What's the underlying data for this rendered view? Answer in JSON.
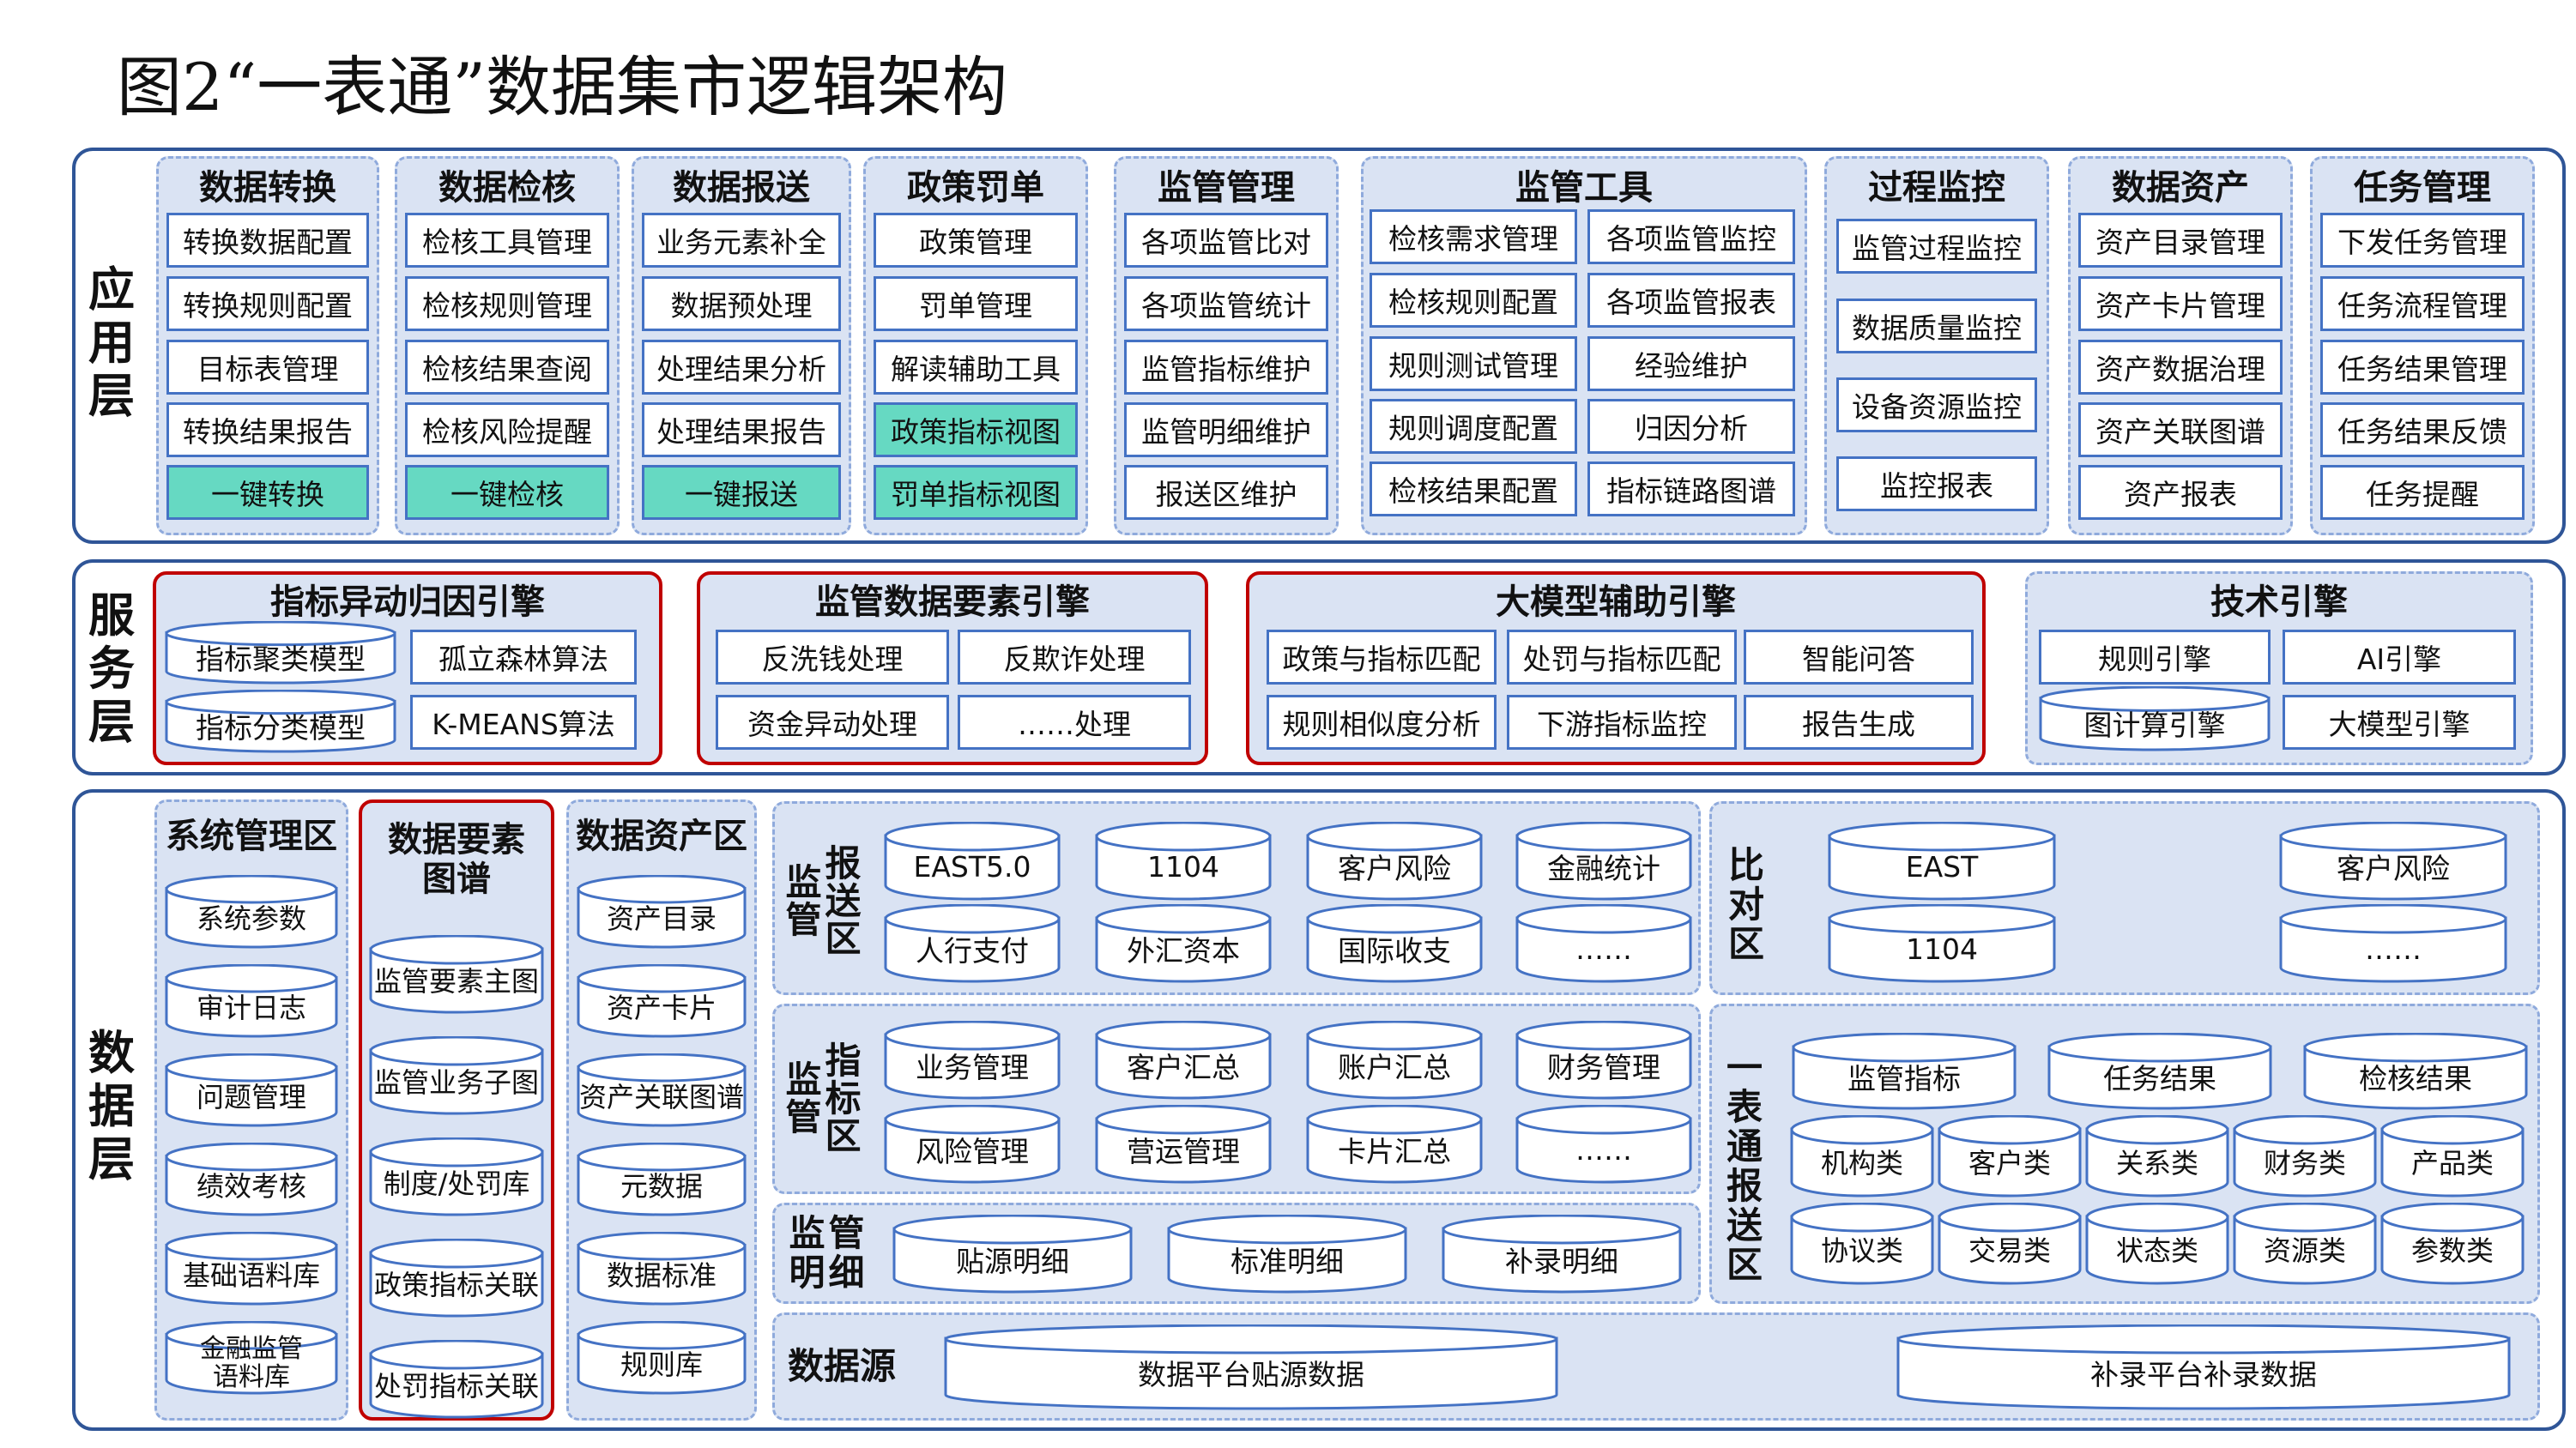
{
  "title": "图2“一表通”数据集市逻辑架构",
  "layers": {
    "app": {
      "label": [
        "应",
        "用",
        "层"
      ]
    },
    "service": {
      "label": [
        "服",
        "务",
        "层"
      ]
    },
    "data": {
      "label": [
        "数",
        "据",
        "层"
      ]
    }
  },
  "app_groups": [
    {
      "title": "数据转换",
      "items": [
        "转换数据配置",
        "转换规则配置",
        "目标表管理",
        "转换结果报告",
        "一键转换"
      ]
    },
    {
      "title": "数据检核",
      "items": [
        "检核工具管理",
        "检核规则管理",
        "检核结果查阅",
        "检核风险提醒",
        "一键检核"
      ]
    },
    {
      "title": "数据报送",
      "items": [
        "业务元素补全",
        "数据预处理",
        "处理结果分析",
        "处理结果报告",
        "一键报送"
      ]
    },
    {
      "title": "政策罚单",
      "items": [
        "政策管理",
        "罚单管理",
        "解读辅助工具",
        "政策指标视图",
        "罚单指标视图"
      ]
    },
    {
      "title": "监管管理",
      "items": [
        "各项监管比对",
        "各项监管统计",
        "监管指标维护",
        "监管明细维护",
        "报送区维护"
      ]
    },
    {
      "title": "监管工具",
      "items": [
        "检核需求管理",
        "各项监管监控",
        "检核规则配置",
        "各项监管报表",
        "规则测试管理",
        "经验维护",
        "规则调度配置",
        "归因分析",
        "检核结果配置",
        "指标链路图谱"
      ]
    },
    {
      "title": "过程监控",
      "items": [
        "监管过程监控",
        "数据质量监控",
        "设备资源监控",
        "监控报表"
      ]
    },
    {
      "title": "数据资产",
      "items": [
        "资产目录管理",
        "资产卡片管理",
        "资产数据治理",
        "资产关联图谱",
        "资产报表"
      ]
    },
    {
      "title": "任务管理",
      "items": [
        "下发任务管理",
        "任务流程管理",
        "任务结果管理",
        "任务结果反馈",
        "任务提醒"
      ]
    }
  ],
  "service_groups": [
    {
      "title": "指标异动归因引擎",
      "items": [
        "指标聚类模型",
        "孤立森林算法",
        "指标分类模型",
        "K-MEANS算法"
      ]
    },
    {
      "title": "监管数据要素引擎",
      "items": [
        "反洗钱处理",
        "反欺诈处理",
        "资金异动处理",
        "……处理"
      ]
    },
    {
      "title": "大模型辅助引擎",
      "items": [
        "政策与指标匹配",
        "处罚与指标匹配",
        "智能问答",
        "规则相似度分析",
        "下游指标监控",
        "报告生成"
      ]
    },
    {
      "title": "技术引擎",
      "items": [
        "规则引擎",
        "AI引擎",
        "图计算引擎",
        "大模型引擎"
      ]
    }
  ],
  "data_left": [
    {
      "title": "系统管理区",
      "items": [
        "系统参数",
        "审计日志",
        "问题管理",
        "绩效考核",
        "基础语料库",
        "金融监管\n语料库"
      ]
    },
    {
      "title": "数据要素\n图谱",
      "items": [
        "监管要素主图",
        "监管业务子图",
        "制度/处罚库",
        "政策指标关联",
        "处罚指标关联"
      ]
    },
    {
      "title": "数据资产区",
      "items": [
        "资产目录",
        "资产卡片",
        "资产关联图谱",
        "元数据",
        "数据标准",
        "规则库"
      ]
    }
  ],
  "report_zone": {
    "label": [
      "监管",
      "报送区"
    ],
    "items": [
      "EAST5.0",
      "1104",
      "客户风险",
      "金融统计",
      "人行支付",
      "外汇资本",
      "国际收支",
      "……"
    ]
  },
  "indicator_zone": {
    "label": [
      "监管",
      "指标区"
    ],
    "items": [
      "业务管理",
      "客户汇总",
      "账户汇总",
      "财务管理",
      "风险管理",
      "营运管理",
      "卡片汇总",
      "……"
    ]
  },
  "detail_zone": {
    "label": [
      "监明",
      "管细"
    ],
    "items": [
      "贴源明细",
      "标准明细",
      "补录明细"
    ]
  },
  "source_zone": {
    "label": "数据源",
    "items": [
      "数据平台贴源数据",
      "补录平台补录数据"
    ]
  },
  "compare_zone": {
    "label": [
      "比",
      "对",
      "区"
    ],
    "items": [
      "EAST",
      "客户风险",
      "1104",
      "……"
    ]
  },
  "ybt_zone": {
    "label": [
      "一",
      "表",
      "通",
      "报",
      "送",
      "区"
    ],
    "top": [
      "监管指标",
      "任务结果",
      "检核结果"
    ],
    "row1": [
      "机构类",
      "客户类",
      "关系类",
      "财务类",
      "产品类"
    ],
    "row2": [
      "协议类",
      "交易类",
      "状态类",
      "资源类",
      "参数类"
    ]
  },
  "colors": {
    "layer_border": "#2F5597",
    "group_fill": "#DAE3F3",
    "group_dash": "#8FAADC",
    "cell_border": "#4472C4",
    "highlight": "#66D9C2",
    "engine_border": "#C00000"
  }
}
